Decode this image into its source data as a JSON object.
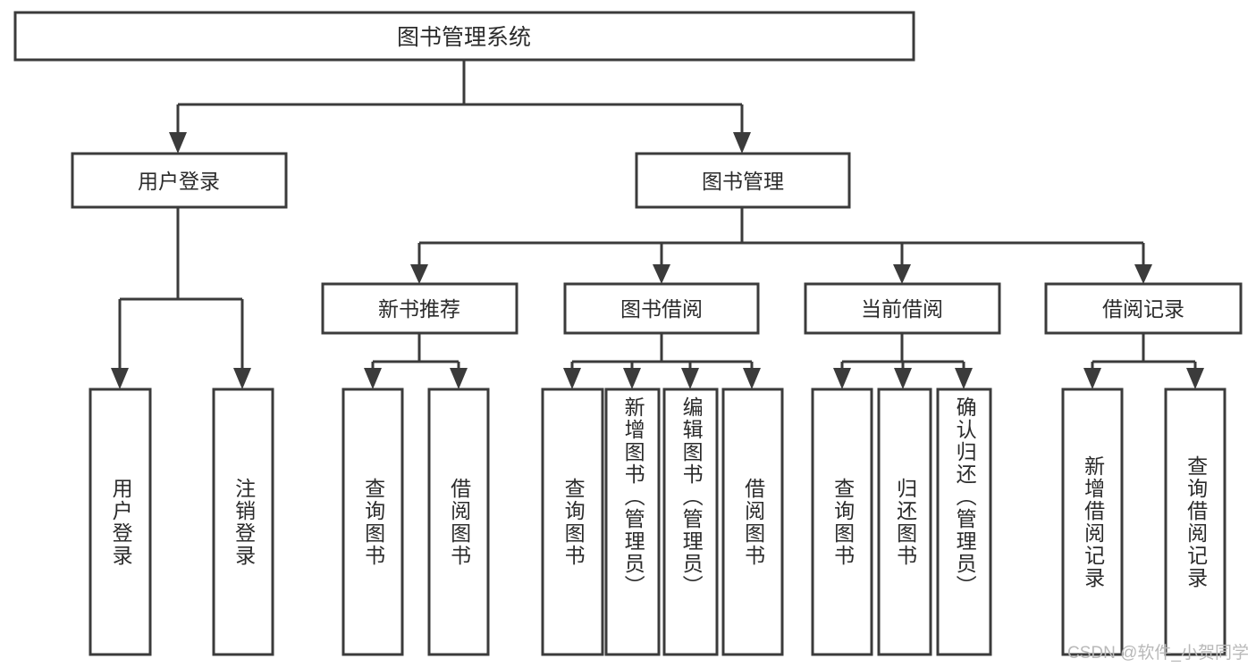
{
  "diagram": {
    "title": "图书管理系统",
    "type": "tree-hierarchy-diagram",
    "root": {
      "label": "图书管理系统"
    },
    "level2": [
      {
        "label": "用户登录"
      },
      {
        "label": "图书管理"
      }
    ],
    "level3": [
      {
        "label": "新书推荐"
      },
      {
        "label": "图书借阅"
      },
      {
        "label": "当前借阅"
      },
      {
        "label": "借阅记录"
      }
    ],
    "leaves": {
      "user_login": [
        {
          "label": "用户登录"
        },
        {
          "label": "注销登录"
        }
      ],
      "new_book_recommend": [
        {
          "label": "查询图书"
        },
        {
          "label": "借阅图书"
        }
      ],
      "book_borrow": [
        {
          "label": "查询图书"
        },
        {
          "label": "新增图书（管理员）"
        },
        {
          "label": "编辑图书（管理员）"
        },
        {
          "label": "借阅图书"
        }
      ],
      "current_borrow": [
        {
          "label": "查询图书"
        },
        {
          "label": "归还图书"
        },
        {
          "label": "确认归还（管理员）"
        }
      ],
      "borrow_record": [
        {
          "label": "新增借阅记录"
        },
        {
          "label": "查询借阅记录"
        }
      ]
    }
  },
  "watermark": {
    "text": "CSDN @软件_小贺同学"
  },
  "colors": {
    "background": "#ffffff",
    "box_fill": "#ffffff",
    "stroke": "#3b3b3b",
    "text": "#2b2b2b",
    "watermark": "#b9b9b9"
  }
}
